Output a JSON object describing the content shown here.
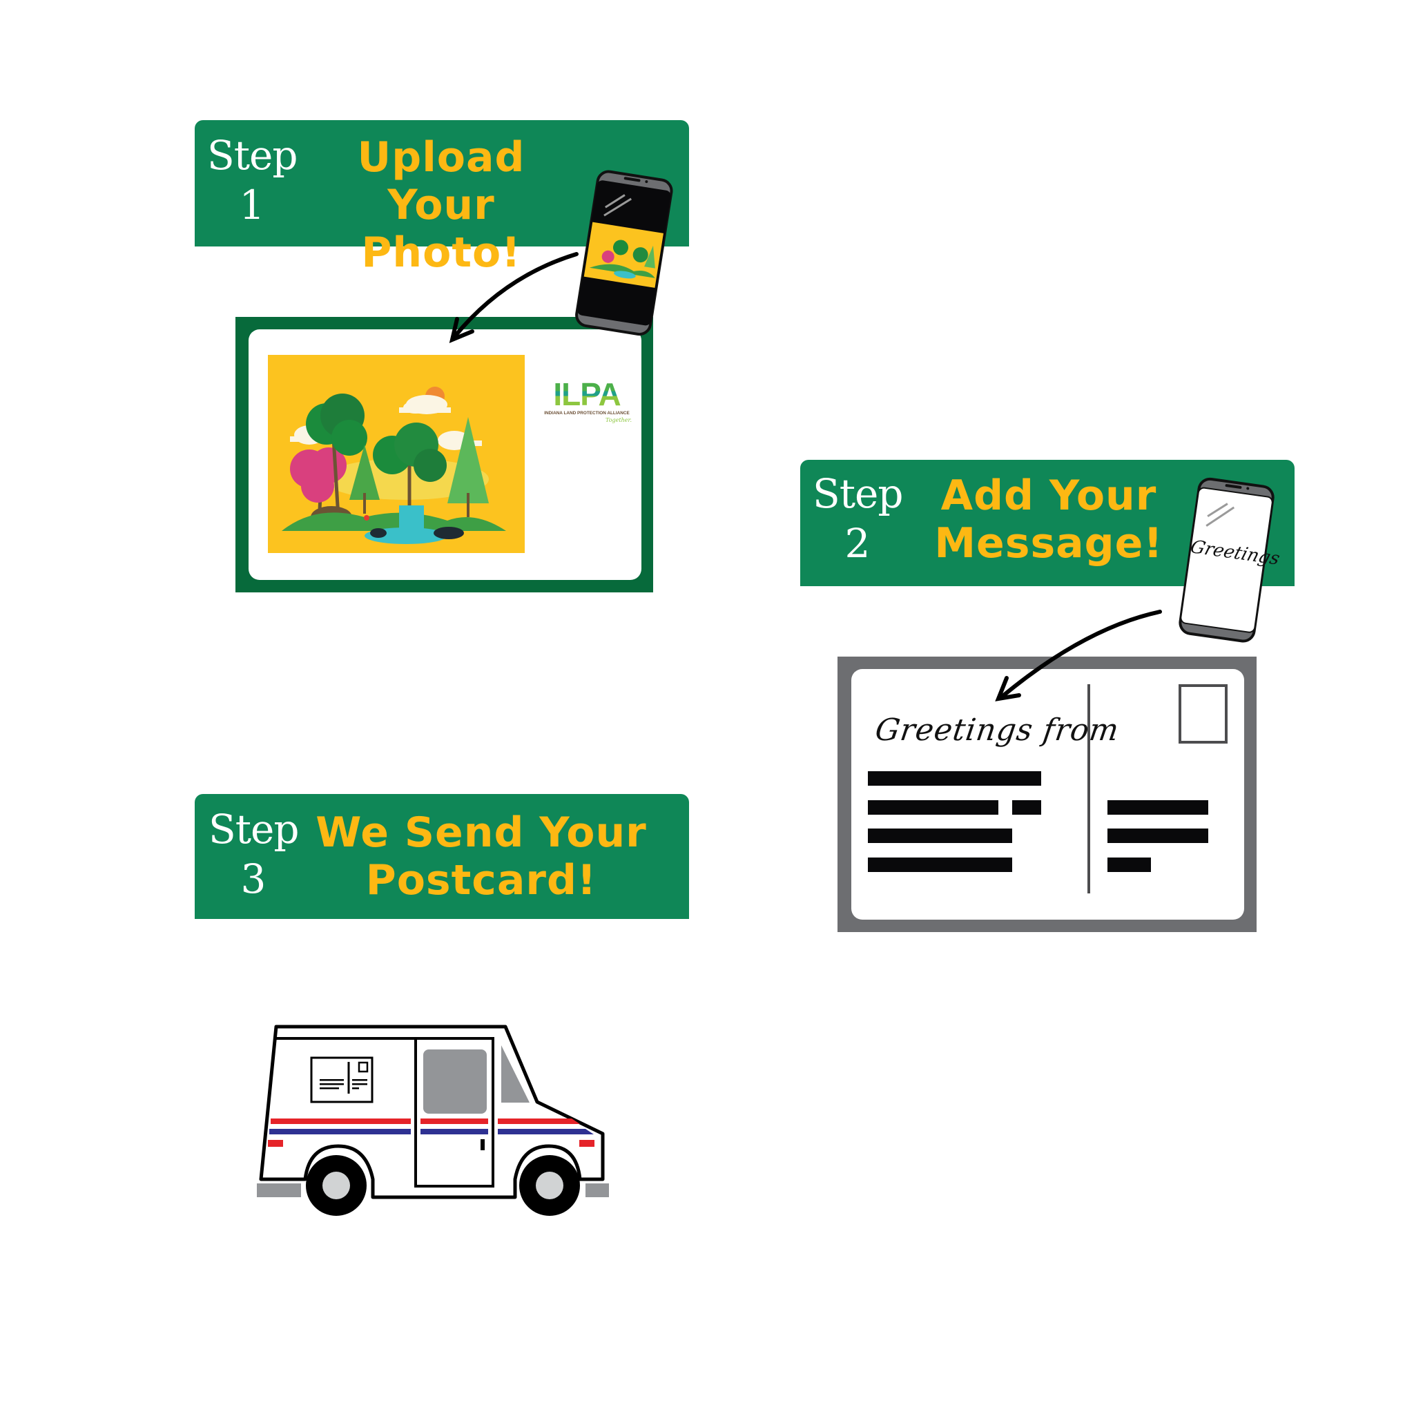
{
  "colors": {
    "banner_green": "#0f8757",
    "title_yellow": "#fdb813",
    "frame_dark_green": "#076a3b",
    "frame_gray": "#6d6e71",
    "photo_yellow": "#fcc31f",
    "stripe_red": "#e52329",
    "stripe_blue": "#2e3192"
  },
  "steps": [
    {
      "step_word": "Step",
      "step_number": "1",
      "title_line1": "Upload",
      "title_line2": "Your Photo!",
      "phone_icon": "smartphone-with-photo-icon",
      "arrow_icon": "curved-arrow-icon"
    },
    {
      "step_word": "Step",
      "step_number": "2",
      "title_line1": "Add Your",
      "title_line2": "Message!",
      "phone_icon": "smartphone-with-message-icon",
      "phone_screen_text": "Greetings",
      "arrow_icon": "curved-arrow-icon"
    },
    {
      "step_word": "Step",
      "step_number": "3",
      "title_line1": "We Send Your",
      "title_line2": "Postcard!",
      "vehicle_icon": "mail-truck-icon"
    }
  ],
  "postcard_front": {
    "photo_description": "forest-landscape-illustration",
    "logo": {
      "letters": "ILPA",
      "org_name": "INDIANA LAND PROTECTION ALLIANCE",
      "tagline": "Together."
    }
  },
  "postcard_back": {
    "greeting": "Greetings from",
    "stamp_icon": "stamp-box-icon"
  }
}
